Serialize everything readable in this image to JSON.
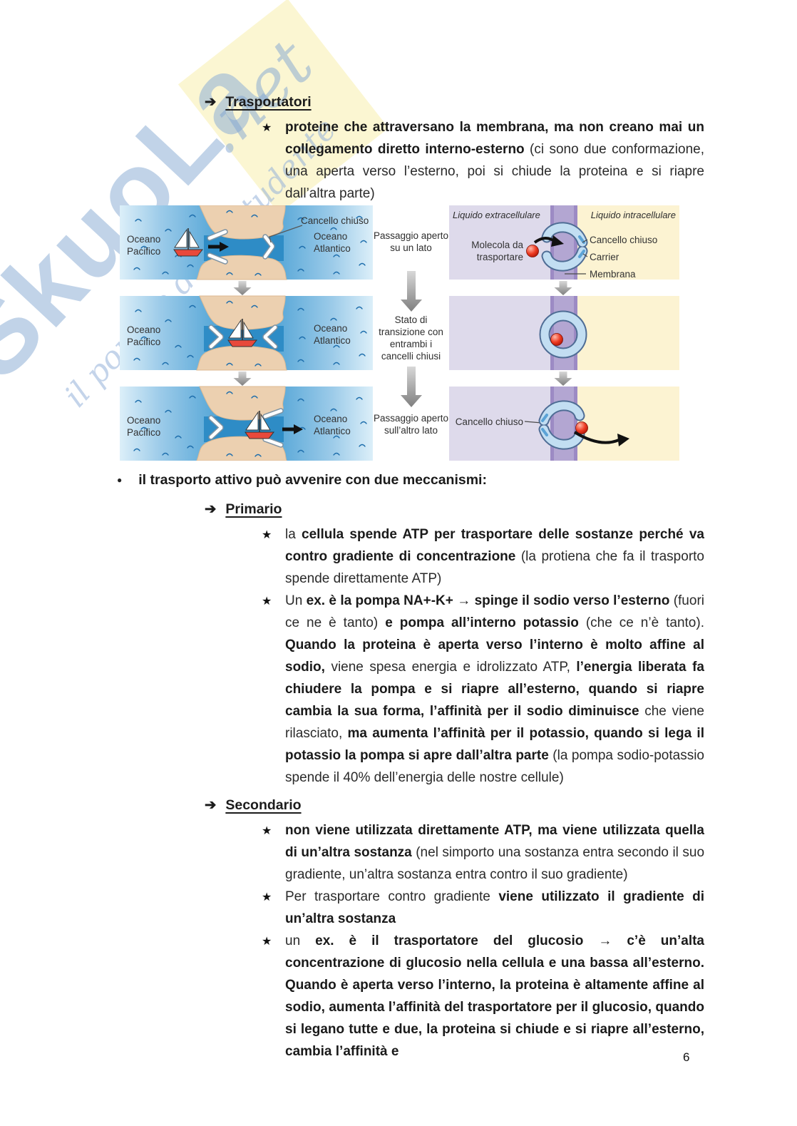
{
  "page": {
    "number": "6"
  },
  "watermark": {
    "brand": "SkuoLa",
    "tld": ".net",
    "slogan": "il portale dello studente"
  },
  "markers": {
    "arrow": "➔",
    "star": "★",
    "dot": "●"
  },
  "palette": {
    "water_deep": "#3391c9",
    "water_light": "#dceff9",
    "land": "#ecd0b0",
    "lavender": "#dedaeb",
    "cream": "#fcf3d2",
    "membrane": "#b3a6d2",
    "membrane_edge": "#9c8ac4",
    "carrier": "#c2def2",
    "molecule_red": "#e23421",
    "highlight_yellow": "#fbf6d2",
    "watermark_blue": "#8eafd6"
  },
  "notes": {
    "transporters": {
      "title": "Trasportatori",
      "point": {
        "bold": "proteine che attraversano la membrana, ma non creano mai un collegamento diretto interno-esterno",
        "rest": " (ci sono due conformazione, una aperta verso l’esterno, poi si chiude la proteina e si riapre dall’altra parte)"
      }
    },
    "active_transport": {
      "lead": "il trasporto attivo può avvenire con due meccanismi:"
    },
    "primary": {
      "title": "Primario",
      "p1": {
        "pre": "la ",
        "bold": "cellula spende ATP per trasportare delle sostanze perché va contro gradiente di concentrazione",
        "rest": " (la protiena che fa il trasporto spende direttamente ATP)"
      },
      "p2": {
        "segs": [
          {
            "t": "Un "
          },
          {
            "t": "ex. è la pompa NA+-K+ → spinge il sodio verso l’esterno"
          },
          {
            "t": " (fuori ce ne è tanto) "
          },
          {
            "t": "e pompa all’interno potassio"
          },
          {
            "t": " (che ce n’è tanto). "
          },
          {
            "t": "Quando la proteina è aperta verso l’interno è molto affine al sodio,"
          },
          {
            "t": " viene spesa energia e idrolizzato ATP, "
          },
          {
            "t": "l’energia liberata fa chiudere la pompa e si riapre all’esterno, quando si riapre cambia la sua forma, l’affinità per il sodio diminuisce"
          },
          {
            "t": " che viene rilasciato, "
          },
          {
            "t": "ma aumenta l’affinità per il potassio, quando si lega il potassio la pompa si apre dall’altra parte"
          },
          {
            "t": " (la pompa sodio-potassio spende il 40% dell’energia delle nostre cellule)"
          }
        ]
      }
    },
    "secondary": {
      "title": "Secondario",
      "p1": {
        "bold": "non viene utilizzata direttamente ATP, ma viene utilizzata quella di un’altra sostanza",
        "rest": " (nel simporto una sostanza entra secondo il suo gradiente, un’altra sostanza entra contro il suo gradiente)"
      },
      "p2": {
        "pre": "Per trasportare contro gradiente ",
        "bold": "viene utilizzato il gradiente di un’altra sostanza"
      },
      "p3": {
        "pre": "un ",
        "bold": "ex. è il trasportatore del glucosio → c’è un’alta concentrazione di glucosio nella cellula e una bassa all’esterno. Quando è aperta verso l’interno, la proteina è altamente affine al sodio, aumenta l’affinità del trasportatore per il glucosio, quando si legano tutte e due, la proteina si chiude e si riapre all’esterno, cambia l’affinità e"
      }
    }
  },
  "diagram": {
    "canal": {
      "ocean_left": "Oceano Pacifico",
      "ocean_right": "Oceano Atlantico",
      "gate_callout": "Cancello chiuso"
    },
    "steps": {
      "s1": "Passaggio aperto su un lato",
      "s2": "Stato di transizione con entrambi i cancelli chiusi",
      "s3": "Passaggio aperto sull’altro lato"
    },
    "cell": {
      "extracellular": "Liquido extracellulare",
      "intracellular": "Liquido intracellulare",
      "molecule": "Molecola da trasportare",
      "gate_closed": "Cancello chiuso",
      "carrier": "Carrier",
      "membrane": "Membrana",
      "gate_closed_bottom": "Cancello chiuso"
    }
  }
}
